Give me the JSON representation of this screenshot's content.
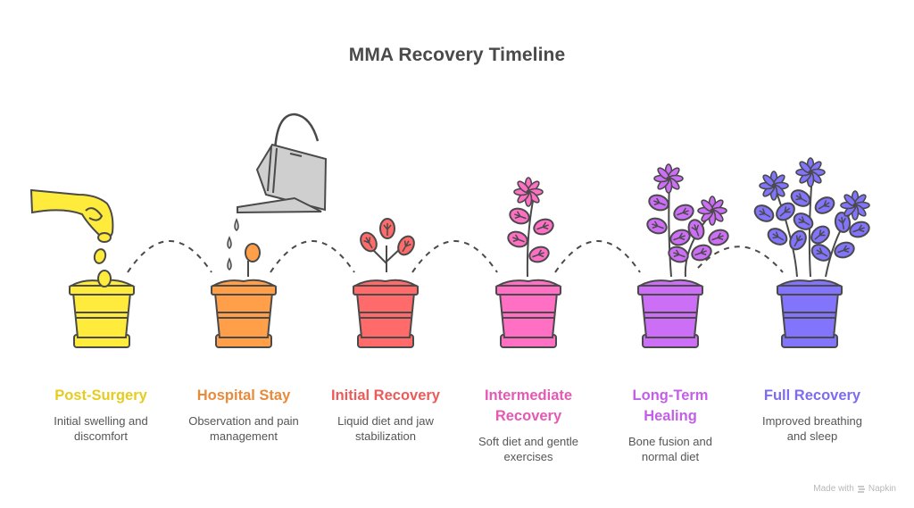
{
  "title": "MMA Recovery Timeline",
  "stages": [
    {
      "title": "Post-Surgery",
      "description": "Initial swelling and discomfort",
      "color": "#e6cc1f",
      "pot_color": "#ffeb3b",
      "icon": "seeds-in-pot-icon"
    },
    {
      "title": "Hospital Stay",
      "description": "Observation and pain management",
      "color": "#e88a3a",
      "pot_color": "#ff9f4a",
      "icon": "sprout-in-pot-icon"
    },
    {
      "title": "Initial Recovery",
      "description": "Liquid diet and jaw stabilization",
      "color": "#ec5a5a",
      "pot_color": "#ff6b6b",
      "icon": "small-plant-icon"
    },
    {
      "title": "Intermediate Recovery",
      "description": "Soft diet and gentle exercises",
      "color": "#e459b4",
      "pot_color": "#ff6fc4",
      "icon": "flowering-plant-icon"
    },
    {
      "title": "Long-Term Healing",
      "description": "Bone fusion and normal diet",
      "color": "#c35fe6",
      "pot_color": "#cd6ff6",
      "icon": "two-flower-plant-icon"
    },
    {
      "title": "Full Recovery",
      "description": "Improved breathing and sleep",
      "color": "#7b6cf0",
      "pot_color": "#8274fb",
      "icon": "full-bloom-plant-icon"
    }
  ],
  "footer": {
    "label": "Made with",
    "brand": "Napkin"
  }
}
